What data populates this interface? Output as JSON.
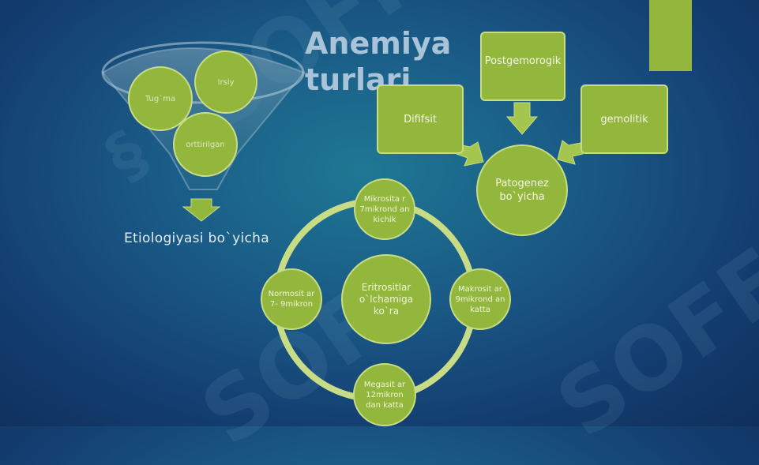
{
  "title": "Anemiya turlari",
  "etiology": {
    "label": "Etiologiyasi bo`yicha",
    "items": [
      "Tug`ma",
      "Irsiy",
      "orttirilgan"
    ]
  },
  "pathogenesis": {
    "center": "Patogenez bo`yicha",
    "left": "Dififsit",
    "top": "Postgemorogik",
    "right": "gemolitik"
  },
  "erythrocyte_size": {
    "center": "Eritrositlar o`lchamiga ko`ra",
    "top": "Mikrosita r 7mikrond an kichik",
    "right": "Makrosit ar 9mikrond an katta",
    "bottom": "Megasit ar 12mikron dan katta",
    "left": "Normosit ar 7- 9mikron"
  },
  "colors": {
    "accent": "#93b63c",
    "accent_light": "#c8dc86",
    "background": "#1a5a86"
  }
}
